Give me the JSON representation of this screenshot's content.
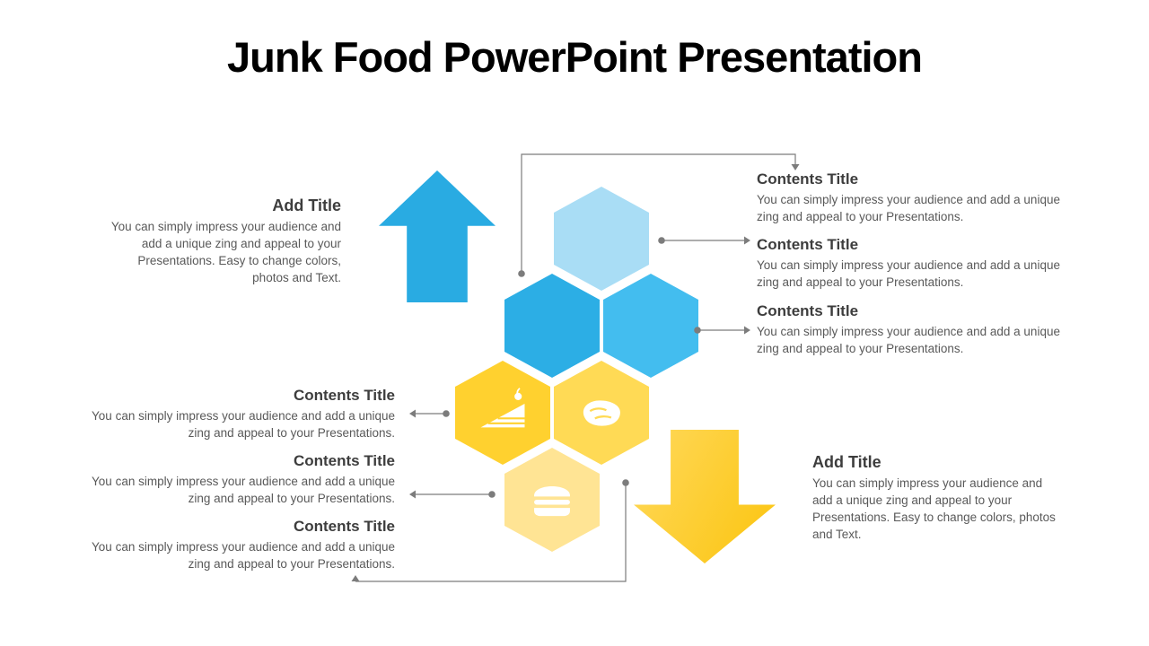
{
  "slide": {
    "title": "Junk Food PowerPoint Presentation"
  },
  "colors": {
    "title-text": "#000000",
    "heading-text": "#3d3d3d",
    "body-text": "#595959",
    "line-gray": "#7c7c7c",
    "hex-light-blue": "#a9ddf5",
    "hex-blue-1": "#2caee5",
    "hex-blue-2": "#43bdef",
    "hex-yellow-1": "#ffd12f",
    "hex-yellow-2": "#ffda55",
    "hex-yellow-pale": "#ffe494",
    "arrow-blue": "#29abe2",
    "arrow-yellow": "#fbc40e",
    "arrow-yellow-light": "#ffd95c"
  },
  "icons": [
    "up-arrow-icon",
    "down-arrow-icon",
    "cake-icon",
    "steak-icon",
    "burger-icon"
  ],
  "left_add": {
    "title": "Add Title",
    "body": "You can simply impress your audience and add a unique zing and appeal to your Presentations. Easy to change colors, photos and Text."
  },
  "right_add": {
    "title": "Add Title",
    "body": "You can simply impress your audience and add a unique zing and appeal to your Presentations. Easy to change colors, photos and Text."
  },
  "left_contents": [
    {
      "title": "Contents Title",
      "body": "You can simply impress your audience and add a unique zing and appeal to your Presentations."
    },
    {
      "title": "Contents Title",
      "body": "You can simply impress your audience and add a unique zing and appeal to your Presentations."
    },
    {
      "title": "Contents Title",
      "body": "You can simply impress your audience and add a unique zing and appeal to your Presentations."
    }
  ],
  "right_contents": [
    {
      "title": "Contents Title",
      "body": "You can simply impress your audience and add a unique zing and appeal to your Presentations."
    },
    {
      "title": "Contents Title",
      "body": "You can simply impress your audience and add a unique zing and appeal to your Presentations."
    },
    {
      "title": "Contents Title",
      "body": "You can simply impress your audience and add a unique zing and appeal to your Presentations."
    }
  ]
}
